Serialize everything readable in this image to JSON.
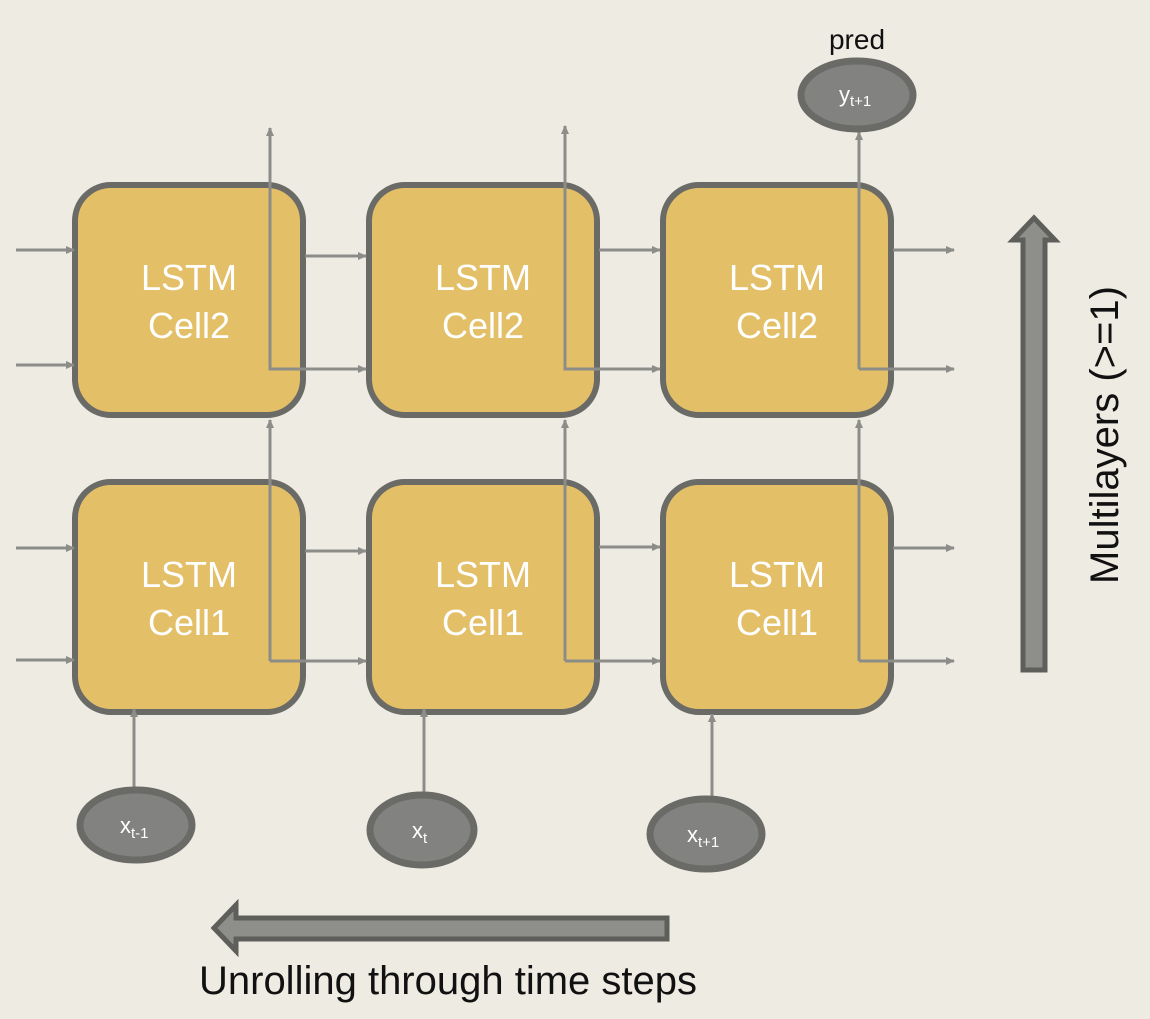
{
  "cells": [
    {
      "id": "l2-t0",
      "line1": "LSTM",
      "line2": "Cell2"
    },
    {
      "id": "l2-t1",
      "line1": "LSTM",
      "line2": "Cell2"
    },
    {
      "id": "l2-t2",
      "line1": "LSTM",
      "line2": "Cell2"
    },
    {
      "id": "l1-t0",
      "line1": "LSTM",
      "line2": "Cell1"
    },
    {
      "id": "l1-t1",
      "line1": "LSTM",
      "line2": "Cell1"
    },
    {
      "id": "l1-t2",
      "line1": "LSTM",
      "line2": "Cell1"
    }
  ],
  "inputs": [
    {
      "base": "x",
      "sub": "t-1"
    },
    {
      "base": "x",
      "sub": "t"
    },
    {
      "base": "x",
      "sub": "t+1"
    }
  ],
  "output": {
    "base": "y",
    "sub": "t+1",
    "label": "pred"
  },
  "labels": {
    "time_axis": "Unrolling through time steps",
    "layer_axis": "Multilayers (>=1)"
  },
  "colors": {
    "background": "#eeebe3",
    "cell_fill": "#e3bf68",
    "cell_border": "#6a6a66",
    "node_fill": "#828280",
    "arrow": "#8c8c88"
  }
}
